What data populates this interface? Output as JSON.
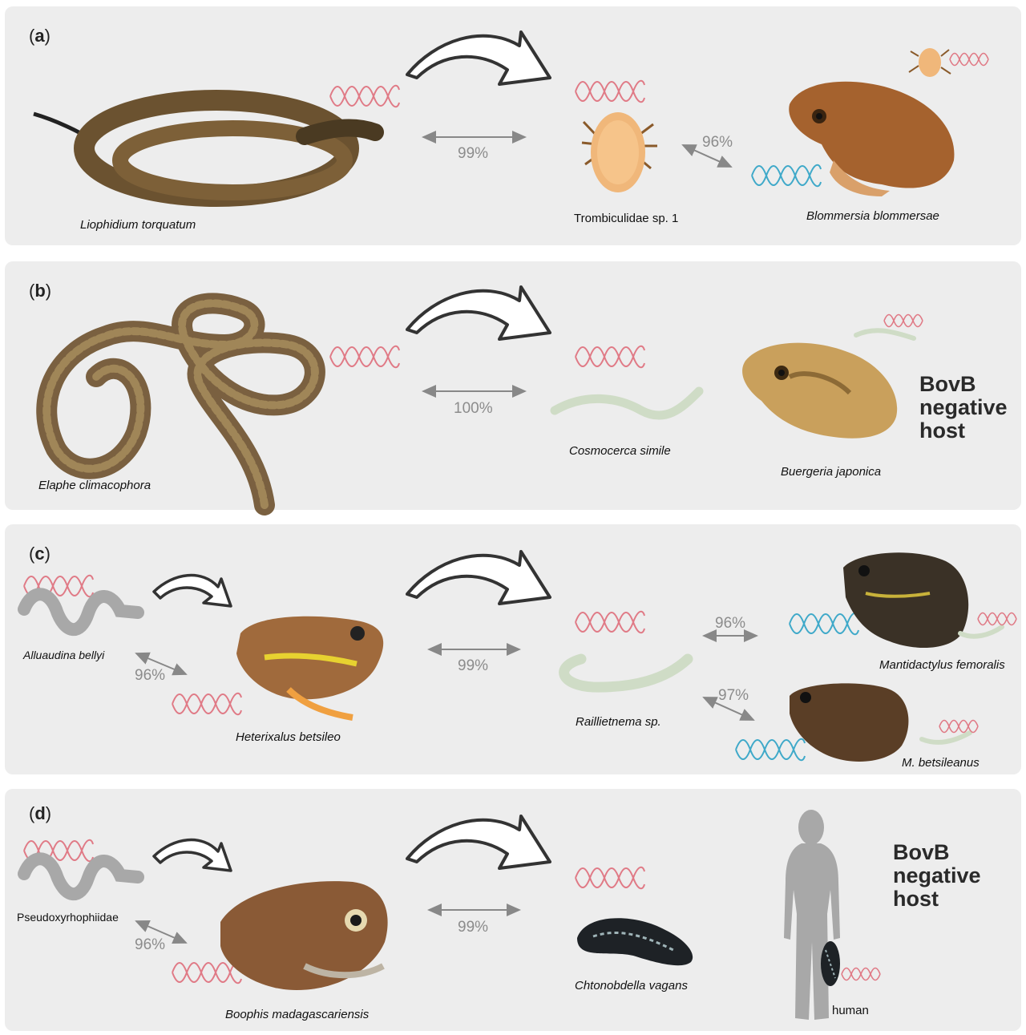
{
  "panels": [
    {
      "label": "a",
      "donor": "Liophidium torquatum",
      "vector": "Trombiculidae sp. 1",
      "recipient": "Blommersia blommersae",
      "pct_donor_vector": "99%",
      "pct_vector_recipient": "96%"
    },
    {
      "label": "b",
      "donor": "Elaphe climacophora",
      "vector": "Cosmocerca simile",
      "recipient": "Buergeria japonica",
      "pct_donor_vector": "100%",
      "negative_host": [
        "BovB",
        "negative",
        "host"
      ]
    },
    {
      "label": "c",
      "source": "Alluaudina bellyi",
      "donor": "Heterixalus betsileo",
      "vector": "Raillietnema sp.",
      "recipient1": "Mantidactylus femoralis",
      "recipient2": "M. betsileanus",
      "pct_source_donor": "96%",
      "pct_donor_vector": "99%",
      "pct_vector_recipient1": "96%",
      "pct_vector_recipient2": "97%"
    },
    {
      "label": "d",
      "source": "Pseudoxyrhophiidae",
      "donor": "Boophis madagascariensis",
      "vector": "Chtonobdella vagans",
      "recipient": "human",
      "pct_source_donor": "96%",
      "pct_donor_vector": "99%",
      "negative_host": [
        "BovB",
        "negative",
        "host"
      ]
    }
  ],
  "colors": {
    "panel_bg": "#ededed",
    "transposon_pink": "#e07a86",
    "transposon_blue": "#3fa9c9",
    "percent_gray": "#8c8c8c",
    "silhouette_gray": "#a8a8a8"
  },
  "icons": [
    "transfer-arrow-icon",
    "dna-wave-icon",
    "double-headed-arrow-icon",
    "snake-silhouette-icon",
    "human-silhouette-icon"
  ]
}
